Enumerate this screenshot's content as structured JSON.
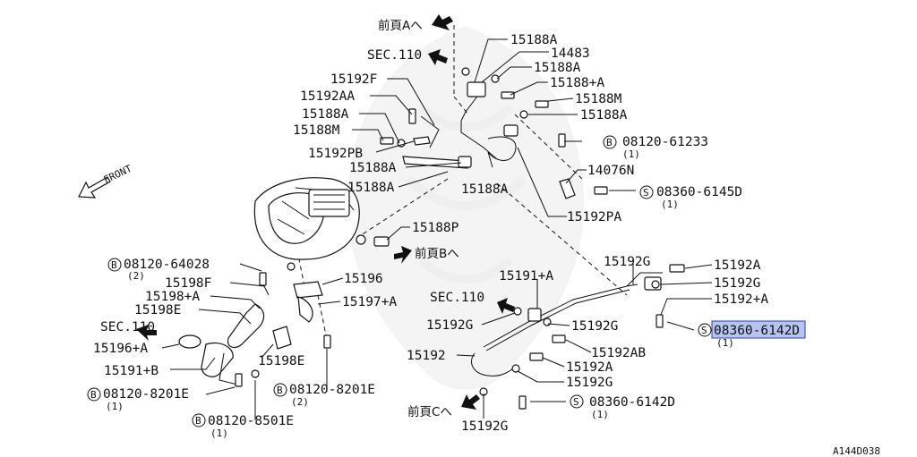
{
  "diagram_code": "A144D038",
  "front_label": "FRONT",
  "direction_labels": {
    "prev_page_a": "前頁Aへ",
    "prev_page_b": "前頁Bへ",
    "prev_page_c": "前頁Cへ",
    "sec_110": "SEC.110"
  },
  "parts": {
    "p15188a": "15188A",
    "p14483": "14483",
    "p15188pa": "15188+A",
    "p15188m": "15188M",
    "p15192f": "15192F",
    "p15192aa": "15192AA",
    "p15192pb": "15192PB",
    "p14076n": "14076N",
    "p15192pa": "15192PA",
    "p15188p": "15188P",
    "p15196": "15196",
    "p15197a": "15197+A",
    "p15198f": "15198F",
    "p15198a": "15198+A",
    "p15198e": "15198E",
    "p15196a": "15196+A",
    "p15191b": "15191+B",
    "p15191a": "15191+A",
    "p15192g": "15192G",
    "p15192": "15192",
    "p15192a": "15192A",
    "p15192ab": "15192AB",
    "p15192plusa": "15192+A"
  },
  "fasteners": {
    "b08120_61233": "08120-61233",
    "s08360_6145d": "08360-6145D",
    "b08120_64028": "08120-64028",
    "b08120_8201e": "08120-8201E",
    "b08120_8501e": "08120-8501E",
    "s08360_6142d": "08360-6142D"
  },
  "quantities": {
    "q1": "(1)",
    "q2": "(2)"
  },
  "fastener_marks": {
    "bolt": "B",
    "screw": "S"
  },
  "highlighted_part": "08360-6142D"
}
